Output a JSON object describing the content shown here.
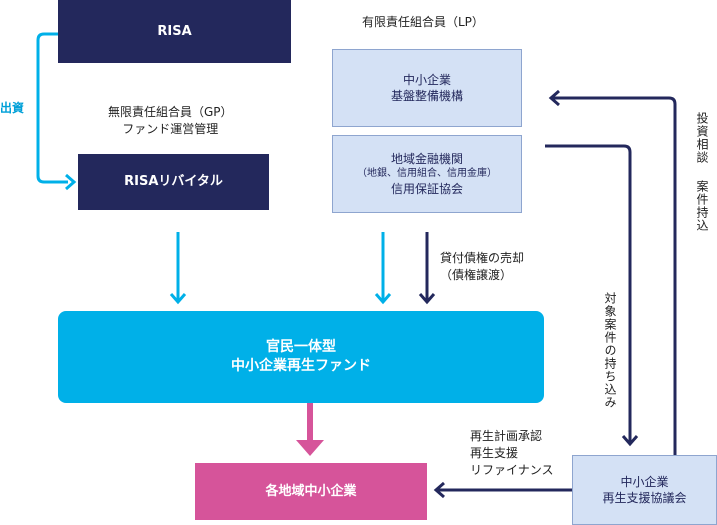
{
  "nodes": {
    "risa": "RISA",
    "risa_revital": "RISAリバイタル",
    "smrj_line1": "中小企業",
    "smrj_line2": "基盤整備機構",
    "regional_line1": "地域金融機関",
    "regional_line2": "（地銀、信用組合、信用金庫）",
    "regional_line3": "信用保証協会",
    "fund_line1": "官民一体型",
    "fund_line2": "中小企業再生ファンド",
    "smes": "各地域中小企業",
    "council_line1": "中小企業",
    "council_line2": "再生支援協議会"
  },
  "labels": {
    "lp": "有限責任組合員（LP）",
    "gp_line1": "無限責任組合員（GP）",
    "gp_line2": "ファンド運営管理",
    "investment": "出資",
    "loan_sale_line1": "貸付債権の売却",
    "loan_sale_line2": "（債権譲渡）",
    "referral_in": "対象案件の持ち込み",
    "invest_consult": "投資相談",
    "case_bring": "案件持込",
    "support_line1": "再生計画承認",
    "support_line2": "再生支援",
    "support_line3": "リファイナンス"
  },
  "colors": {
    "navy": "#23285c",
    "cyan": "#00b0e8",
    "light_blue": "#d4e1f5",
    "pink": "#d6549a"
  }
}
